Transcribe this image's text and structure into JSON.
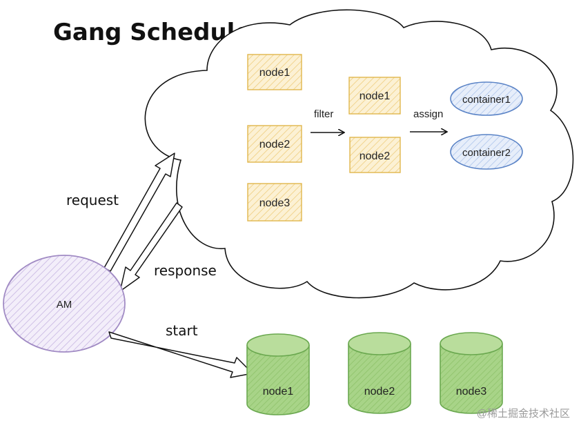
{
  "title": "Gang Scheduler",
  "cloud_nodes": [
    "node1",
    "node2",
    "node3"
  ],
  "filtered_nodes": [
    "node1",
    "node2"
  ],
  "containers": [
    "container1",
    "container2"
  ],
  "labels": {
    "filter": "filter",
    "assign": "assign",
    "request": "request",
    "response": "response",
    "start": "start"
  },
  "am_label": "AM",
  "cluster_nodes": [
    "node1",
    "node2",
    "node3"
  ],
  "watermark": "@稀土掘金技术社区",
  "colors": {
    "node_box_fill": "#fcf1d4",
    "node_box_stroke": "#e0b64c",
    "container_fill": "#dfe9f8",
    "container_stroke": "#5a83c6",
    "am_fill": "#ece4f5",
    "am_stroke": "#a18bc4",
    "cylinder_fill": "#a8d488",
    "cylinder_stroke": "#6aa84f"
  }
}
